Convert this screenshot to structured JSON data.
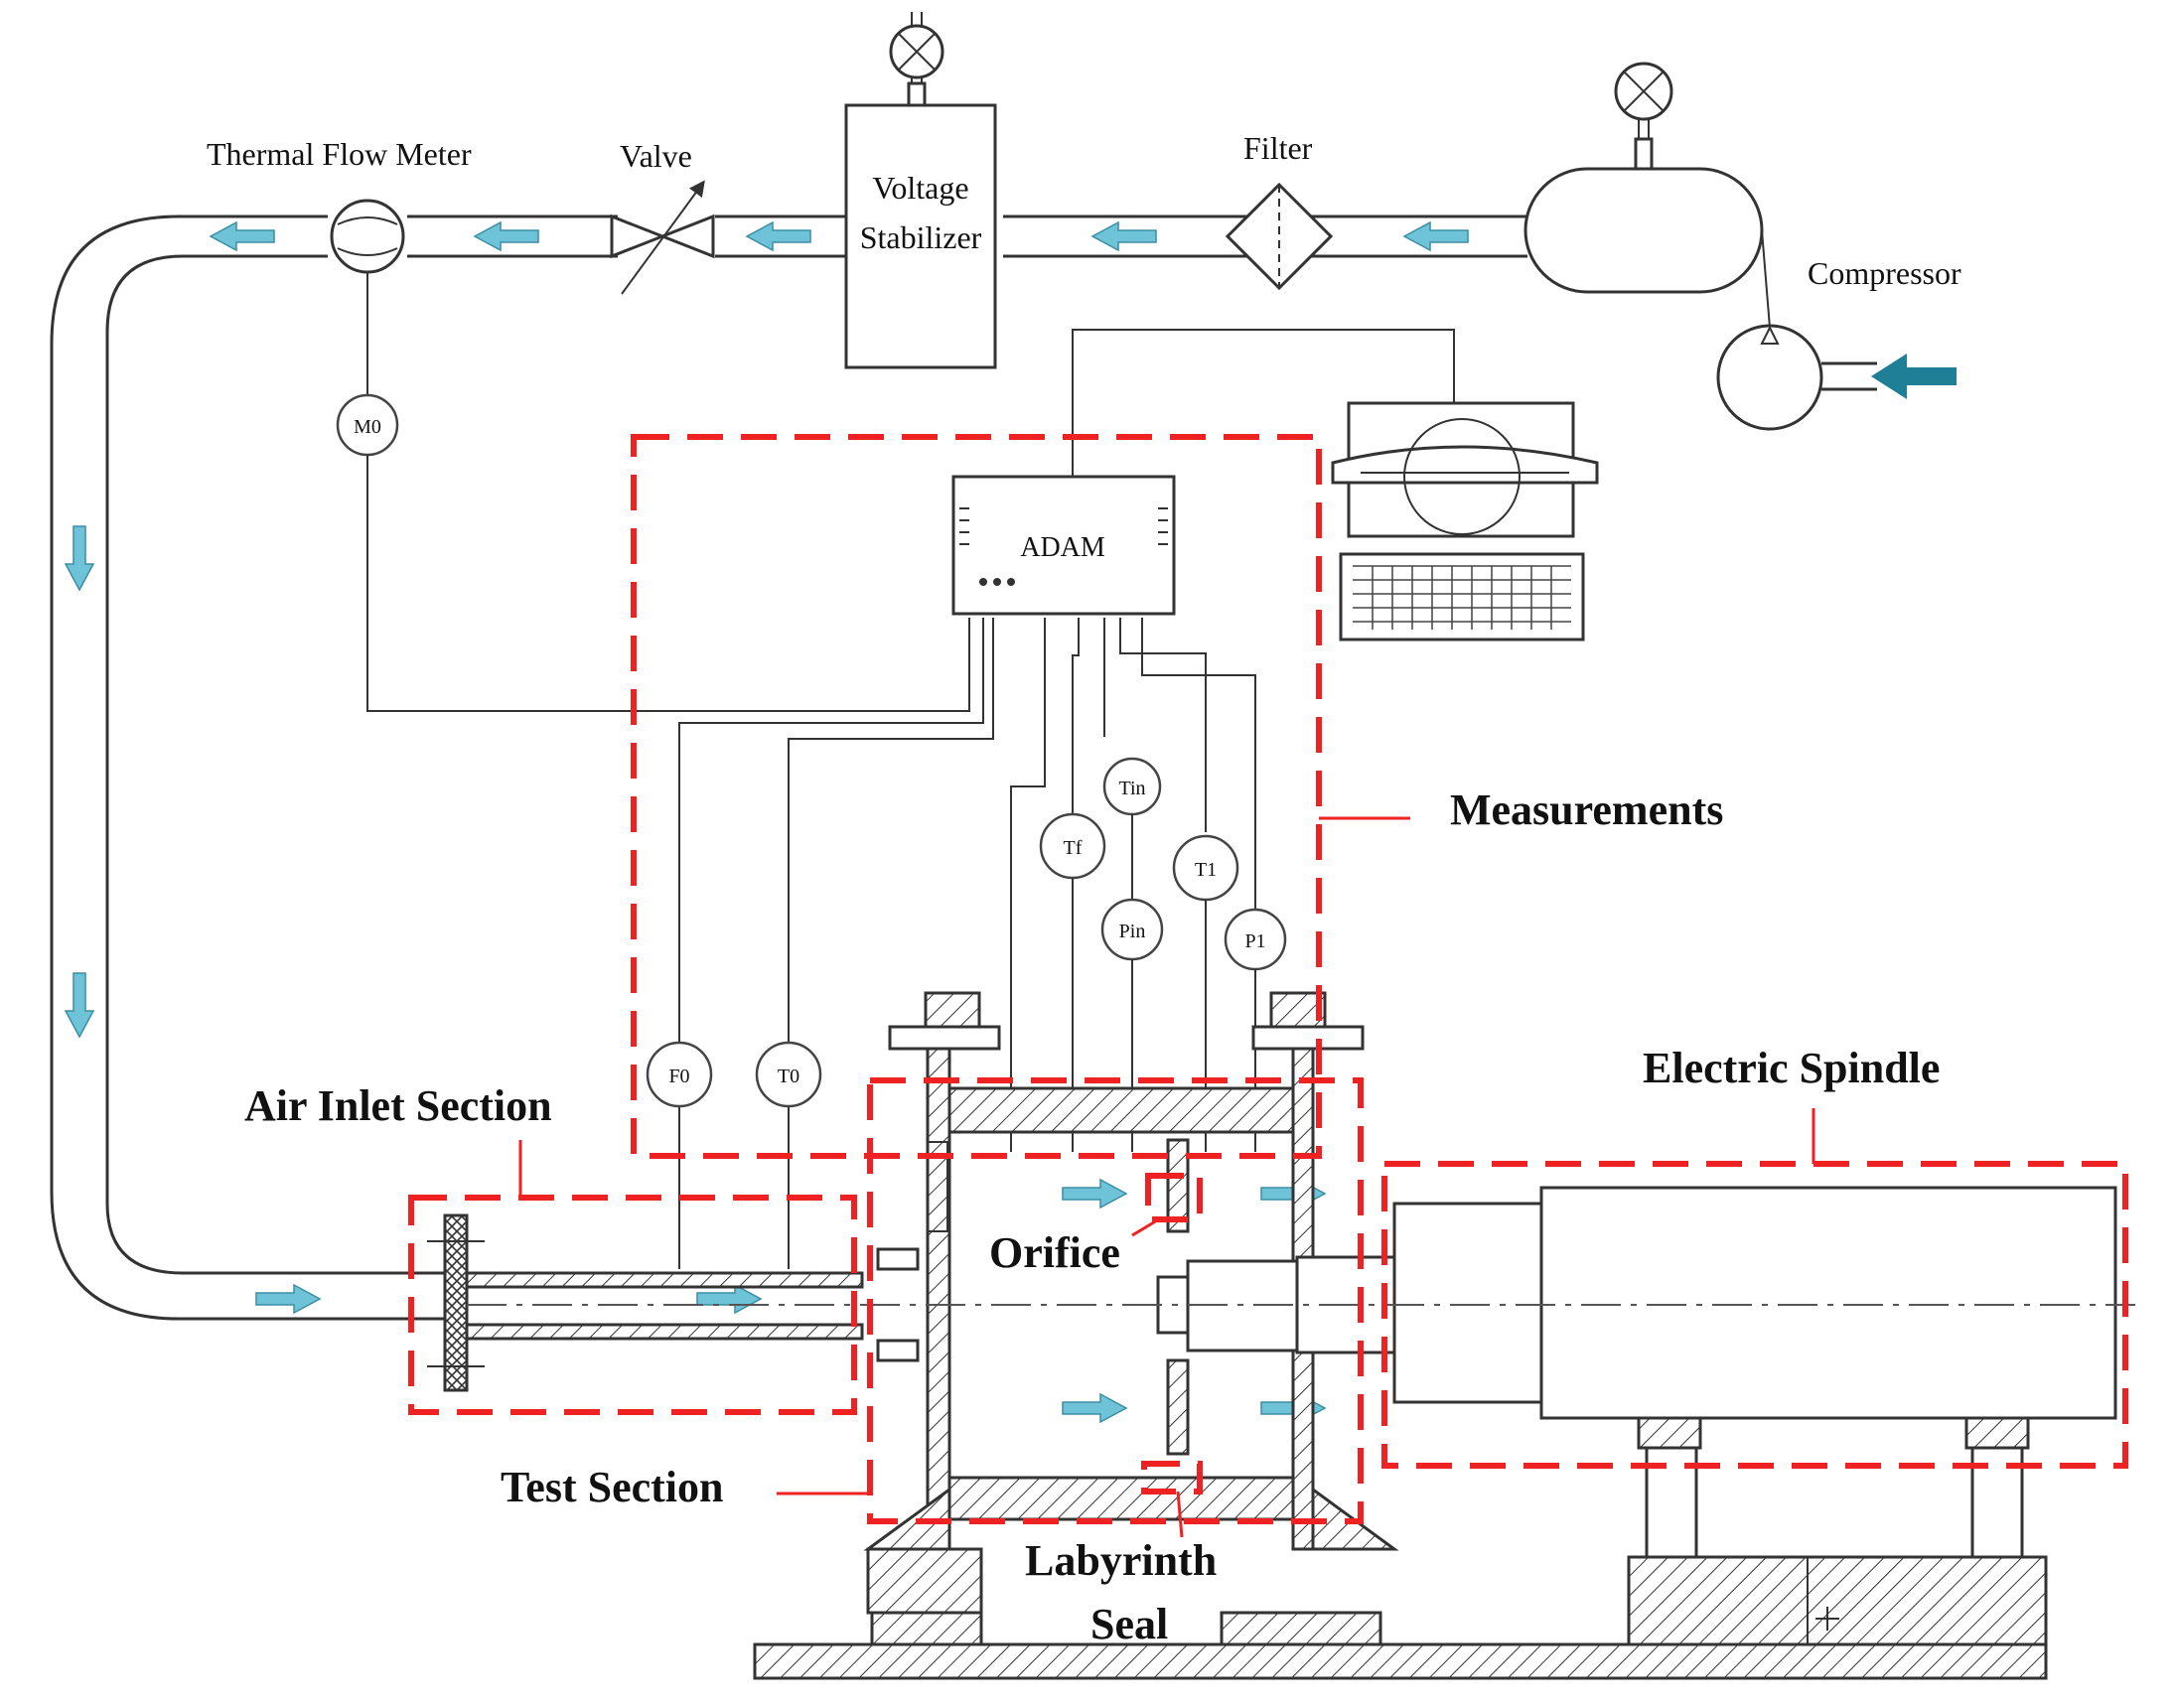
{
  "labels": {
    "thermal_flow_meter": "Thermal Flow Meter",
    "valve": "Valve",
    "voltage_stabilizer_line1": "Voltage",
    "voltage_stabilizer_line2": "Stabilizer",
    "filter": "Filter",
    "compressor": "Compressor",
    "adam": "ADAM",
    "measurements": "Measurements",
    "electric_spindle": "Electric Spindle",
    "air_inlet_section": "Air Inlet Section",
    "orifice": "Orifice",
    "test_section": "Test Section",
    "labyrinth_line1": "Labyrinth",
    "labyrinth_line2": "Seal"
  },
  "sensors": {
    "m0": "M0",
    "tin": "Tin",
    "tf": "Tf",
    "t1": "T1",
    "pin": "Pin",
    "p1": "P1",
    "f0": "F0",
    "t0": "T0"
  },
  "colors": {
    "dashed_box": "#ee2222",
    "flow_arrow": "#6ec3d9",
    "inlet_arrow": "#1f7f96",
    "line": "#333333"
  },
  "icons": {
    "flow_arrow": "flow-arrow-icon",
    "computer": "computer-icon",
    "keyboard": "keyboard-icon",
    "gauge": "pressure-gauge-icon"
  }
}
